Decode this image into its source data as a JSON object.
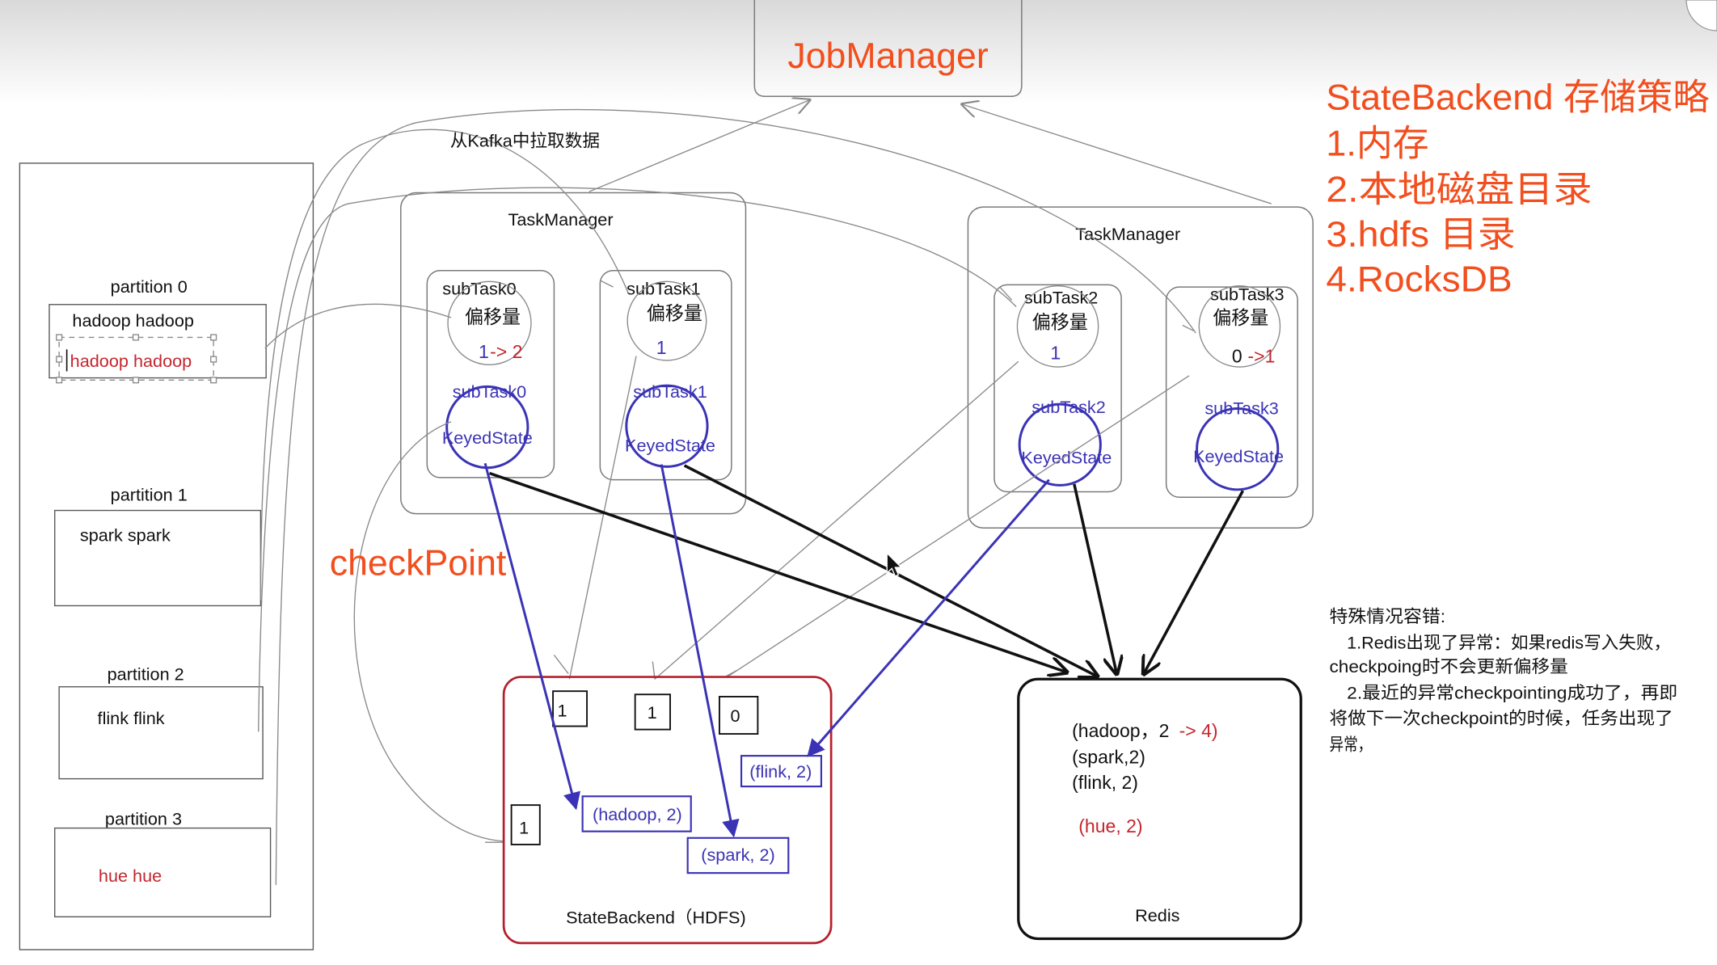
{
  "job_manager": {
    "label": "JobManager"
  },
  "storage_strategy": {
    "title": "StateBackend 存储策略",
    "items": [
      "1.内存",
      "2.本地磁盘目录",
      "3.hdfs 目录",
      "4.RocksDB"
    ]
  },
  "kafka": {
    "pull_label": "从Kafka中拉取数据",
    "partitions": [
      {
        "name": "partition 0",
        "records": [
          "hadoop hadoop",
          "hadoop hadoop"
        ]
      },
      {
        "name": "partition 1",
        "records": [
          "spark spark"
        ]
      },
      {
        "name": "partition 2",
        "records": [
          "flink flink"
        ]
      },
      {
        "name": "partition 3",
        "records": [
          "hue hue"
        ]
      }
    ]
  },
  "task_managers": [
    {
      "label": "TaskManager",
      "subtasks": [
        {
          "name": "subTask0",
          "offset_label": "偏移量",
          "offset": "1",
          "offset_change": "-> 2",
          "state_name": "subTask0",
          "state_label": "KeyedState"
        },
        {
          "name": "subTask1",
          "offset_label": "偏移量",
          "offset": "1",
          "state_name": "subTask1",
          "state_label": "KeyedState"
        }
      ]
    },
    {
      "label": "TaskManager",
      "subtasks": [
        {
          "name": "subTask2",
          "offset_label": "偏移量",
          "offset": "1",
          "state_name": "subTask2",
          "state_label": "KeyedState"
        },
        {
          "name": "subTask3",
          "offset_label": "偏移量",
          "offset": "0",
          "offset_change": "->1",
          "state_name": "subTask3",
          "state_label": "KeyedState"
        }
      ]
    }
  ],
  "checkpoint": {
    "label": "checkPoint"
  },
  "state_backend": {
    "label": "StateBackend（HDFS)",
    "offsets": [
      "1",
      "1",
      "0",
      "1"
    ],
    "entries": [
      "(hadoop, 2)",
      "(spark, 2)",
      "(flink, 2)"
    ]
  },
  "redis": {
    "label": "Redis",
    "entries": [
      {
        "text": "(hadoop，2",
        "change": "-> 4)"
      },
      {
        "text": "(spark,2)"
      },
      {
        "text": "(flink, 2)"
      },
      {
        "text": "(hue, 2)"
      }
    ]
  },
  "fault_tolerance": {
    "title": "特殊情况容错:",
    "lines": [
      "1.Redis出现了异常：如果redis写入失败，",
      "checkpoing时不会更新偏移量",
      "2.最近的异常checkpointing成功了，再即",
      "将做下一次checkpoint的时候，任务出现了",
      "异常，"
    ]
  },
  "colors": {
    "accent": "#f24e1e",
    "state": "#3b33b5",
    "highlight": "#c4262e",
    "backend_border": "#b5202c",
    "line": "#8a8a8a"
  }
}
